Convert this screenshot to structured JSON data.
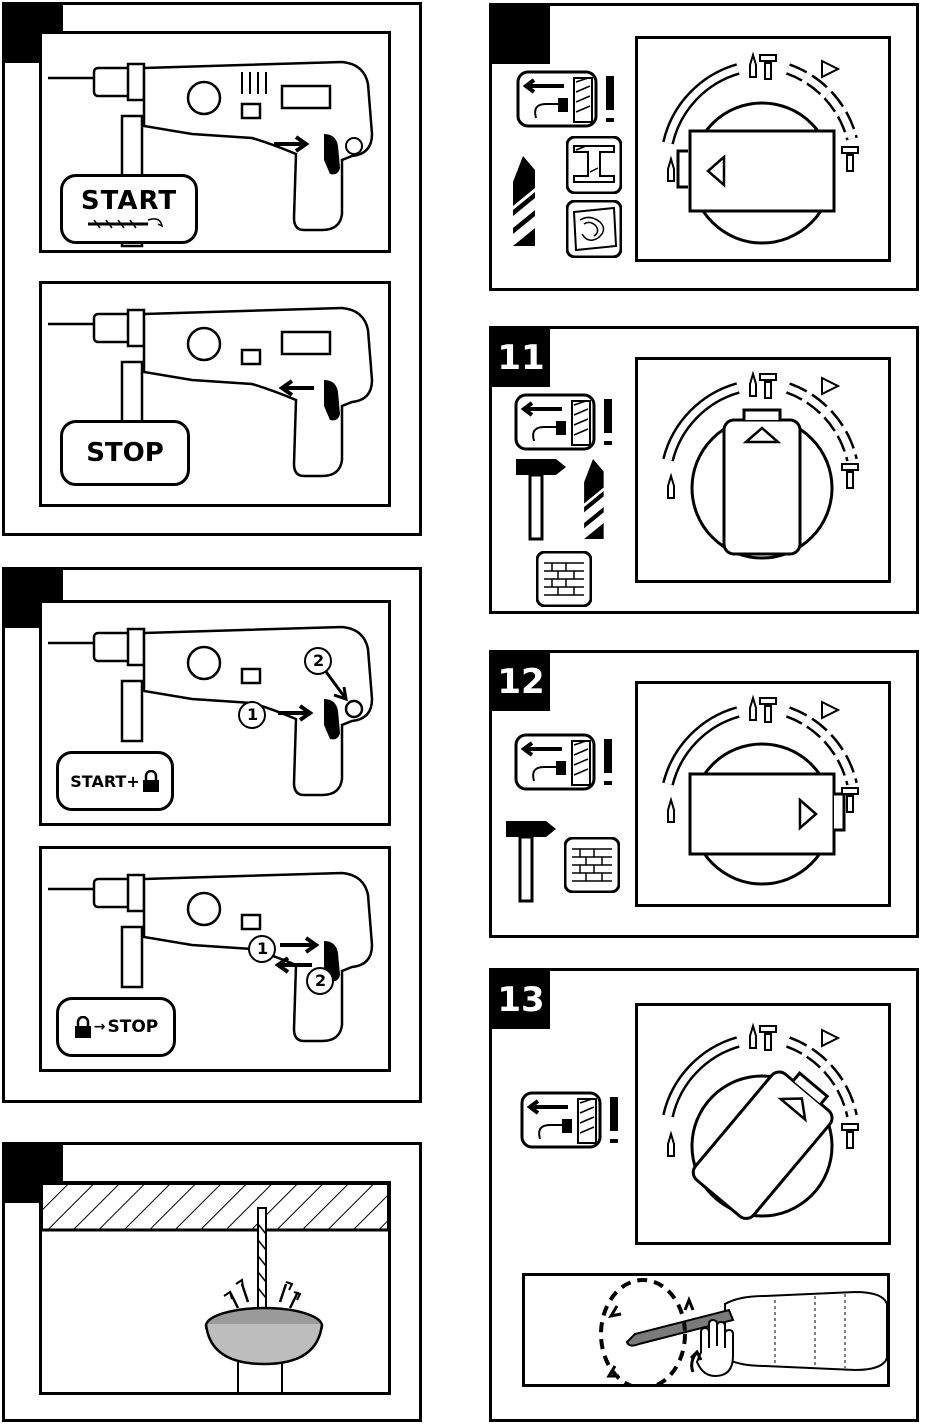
{
  "panels": {
    "start_stop": {
      "start_label": "START",
      "stop_label": "STOP"
    },
    "lock": {
      "start_lock_label": "START+",
      "lock_stop_label": "STOP",
      "step_1": "1",
      "step_2": "2"
    },
    "dust": {},
    "mode_drill": {},
    "mode_11": {
      "number": "11"
    },
    "mode_12": {
      "number": "12"
    },
    "mode_13": {
      "number": "13"
    }
  },
  "icons": {
    "unplug": "unplug-warning-icon",
    "exclamation": "exclamation-icon",
    "drill_bit": "drill-bit-icon",
    "hammer": "hammer-icon",
    "steel": "steel-beam-icon",
    "wood": "wood-icon",
    "brick": "brick-icon",
    "lock": "lock-icon",
    "hand": "hand-icon"
  }
}
